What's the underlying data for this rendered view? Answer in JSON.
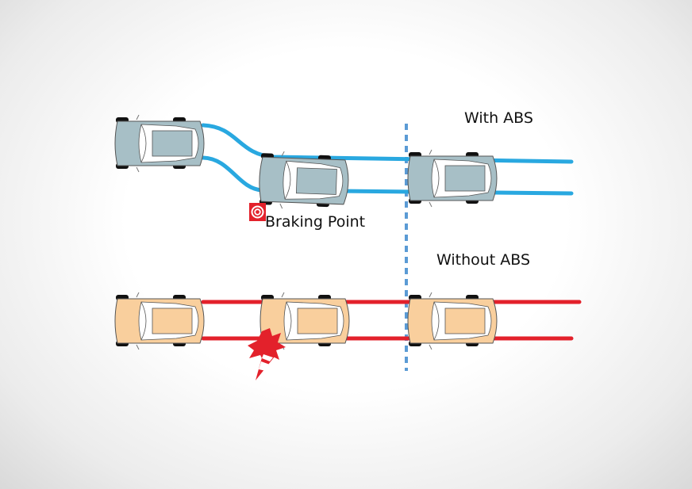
{
  "labels": {
    "with_abs": "With ABS",
    "without_abs": "Without ABS",
    "braking_point": "Braking Point"
  },
  "colors": {
    "abs_path": "#29a8e0",
    "no_abs_path": "#e3212b",
    "abs_car": "#a7bfc6",
    "no_abs_car": "#f9cf9d",
    "divider": "#5b9bd5",
    "marker": "#e3212b"
  },
  "icons": {
    "braking_marker": "target-icon",
    "collision": "impact-burst-icon",
    "obstacle": "traffic-cone-icon"
  }
}
